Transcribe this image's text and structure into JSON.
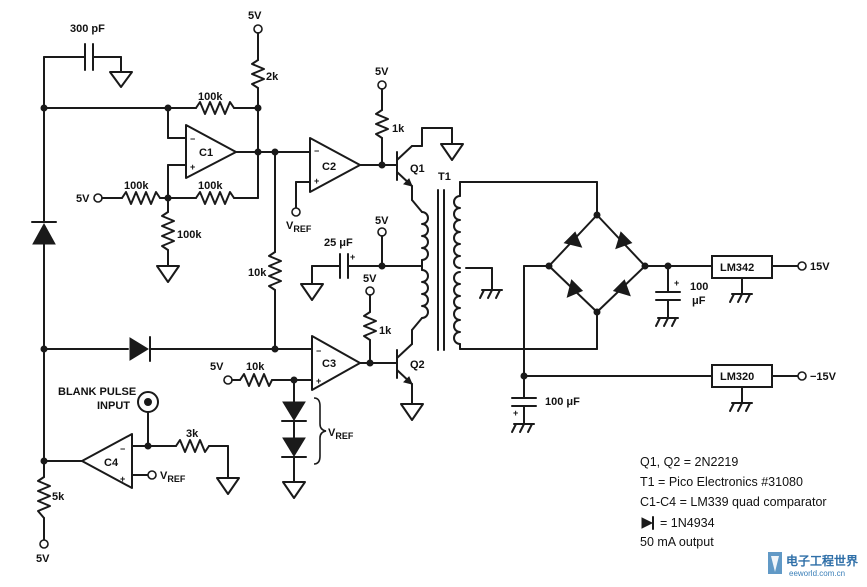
{
  "supplies": {
    "five_v": "5V",
    "plus15": "15V",
    "minus15": "−15V",
    "vref": "V",
    "vref_sub": "REF"
  },
  "capacitors": {
    "c300": "300 pF",
    "c25": "25 μF",
    "c100a": "100",
    "c100a_unit": "μF",
    "c100b": "100 μF"
  },
  "resistors": {
    "r2k": "2k",
    "r100k_top": "100k",
    "r100k_in": "100k",
    "r100k_fb": "100k",
    "r100k_gnd": "100k",
    "r10k_v": "10k",
    "r10k_h": "10k",
    "r1k_a": "1k",
    "r1k_b": "1k",
    "r3k": "3k",
    "r5k": "5k"
  },
  "comparators": {
    "c1": "C1",
    "c2": "C2",
    "c3": "C3",
    "c4": "C4",
    "minus": "−",
    "plus": "+"
  },
  "transistors": {
    "q1": "Q1",
    "q2": "Q2"
  },
  "transformer": {
    "t1": "T1"
  },
  "regulators": {
    "lm342": "LM342",
    "lm320": "LM320"
  },
  "blank_pulse": {
    "line1": "BLANK PULSE",
    "line2": "INPUT"
  },
  "notes": {
    "line1": "Q1, Q2 = 2N2219",
    "line2": "T1 = Pico Electronics #31080",
    "line3": "C1-C4 = LM339 quad comparator",
    "line4": "= 1N4934",
    "line5": "50 mA output"
  },
  "watermark": {
    "cn": "电子工程世界",
    "url": "eeworld.com.cn"
  }
}
